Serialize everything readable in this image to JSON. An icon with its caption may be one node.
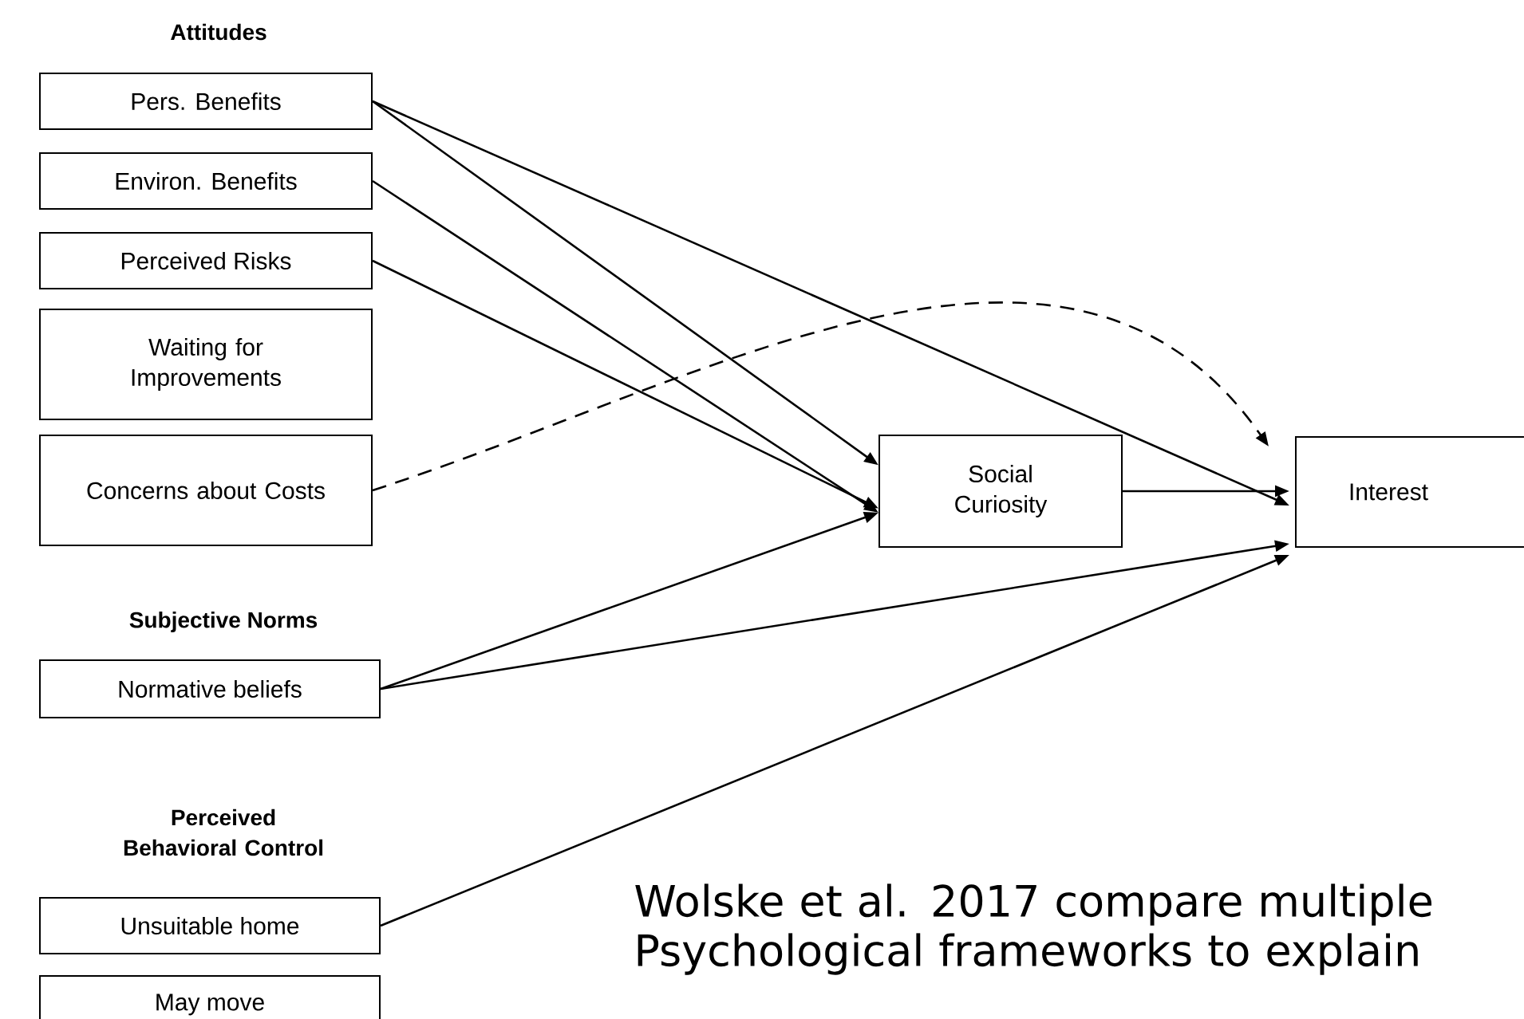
{
  "diagram": {
    "caption": "Wolske et al. 2017 compare multiple Psychological frameworks to explain",
    "nodes": [
      {
        "text": [
          "Pers. Benefits"
        ]
      },
      {
        "text": [
          "Environ. Benefits"
        ]
      },
      {
        "text": [
          "Perceived Risks"
        ]
      },
      {
        "text": [
          "Waiting for Improvements"
        ]
      },
      {
        "text": [
          "Concerns about Costs"
        ]
      },
      {
        "text": [
          "Social Curiosity"
        ]
      },
      {
        "text": [
          "Interest"
        ]
      },
      {
        "text": [
          "Normative beliefs"
        ]
      },
      {
        "text": [
          "Unsuitable home"
        ]
      },
      {
        "text": [
          "May move"
        ]
      }
    ],
    "edges": [
      {
        "from": 0,
        "to": 5,
        "arrow": "to"
      },
      {
        "from": 0,
        "to": 6,
        "arrow": "to"
      },
      {
        "from": 1,
        "to": 5,
        "arrow": "to"
      },
      {
        "from": 2,
        "to": 5,
        "arrow": "to"
      },
      {
        "from": 4,
        "to": 6,
        "arrow": "to",
        "style": "dashed"
      },
      {
        "from": 5,
        "to": 6,
        "arrow": "to"
      },
      {
        "from": 7,
        "to": 5,
        "arrow": "to"
      },
      {
        "from": 7,
        "to": 6,
        "arrow": "to"
      },
      {
        "from": 8,
        "to": 6,
        "arrow": "to"
      }
    ],
    "labels": [
      "Attitudes",
      "Subjective Norms",
      "Perceived Behavioral Control"
    ]
  }
}
